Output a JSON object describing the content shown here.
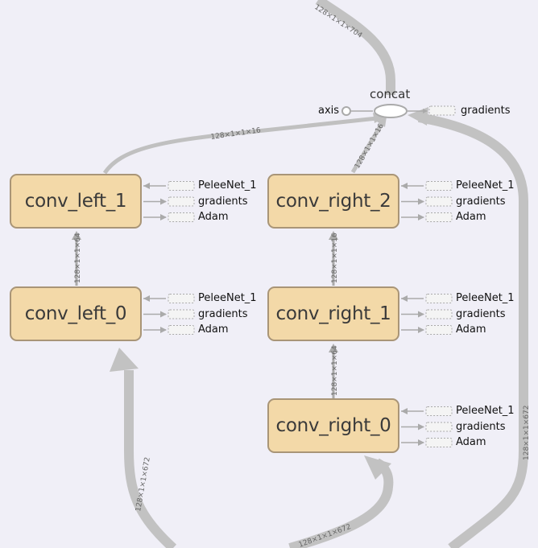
{
  "nodes": {
    "conv_left_1": "conv_left_1",
    "conv_left_0": "conv_left_0",
    "conv_right_2": "conv_right_2",
    "conv_right_1": "conv_right_1",
    "conv_right_0": "conv_right_0"
  },
  "concat": {
    "title": "concat",
    "axis_label": "axis",
    "gradients_label": "gradients"
  },
  "aux_labels": [
    "PeleeNet_1",
    "gradients",
    "Adam"
  ],
  "edge_labels": {
    "top_in": "128×1×1×704",
    "left1_to_concat": "128×1×1×16",
    "right2_to_concat": "128×1×1×16",
    "left0_to_left1": "128×1×1×64",
    "right1_to_right2": "128×1×1×16",
    "right0_to_right1": "128×1×1×64",
    "bottom_left": "128×1×1×672",
    "bottom_mid": "128×1×1×672",
    "right_side": "128×1×1×672"
  },
  "colors": {
    "background": "#f0eff7",
    "node_fill": "#f3d9a8",
    "node_border": "#a99577",
    "edge": "#b5b5b5"
  }
}
